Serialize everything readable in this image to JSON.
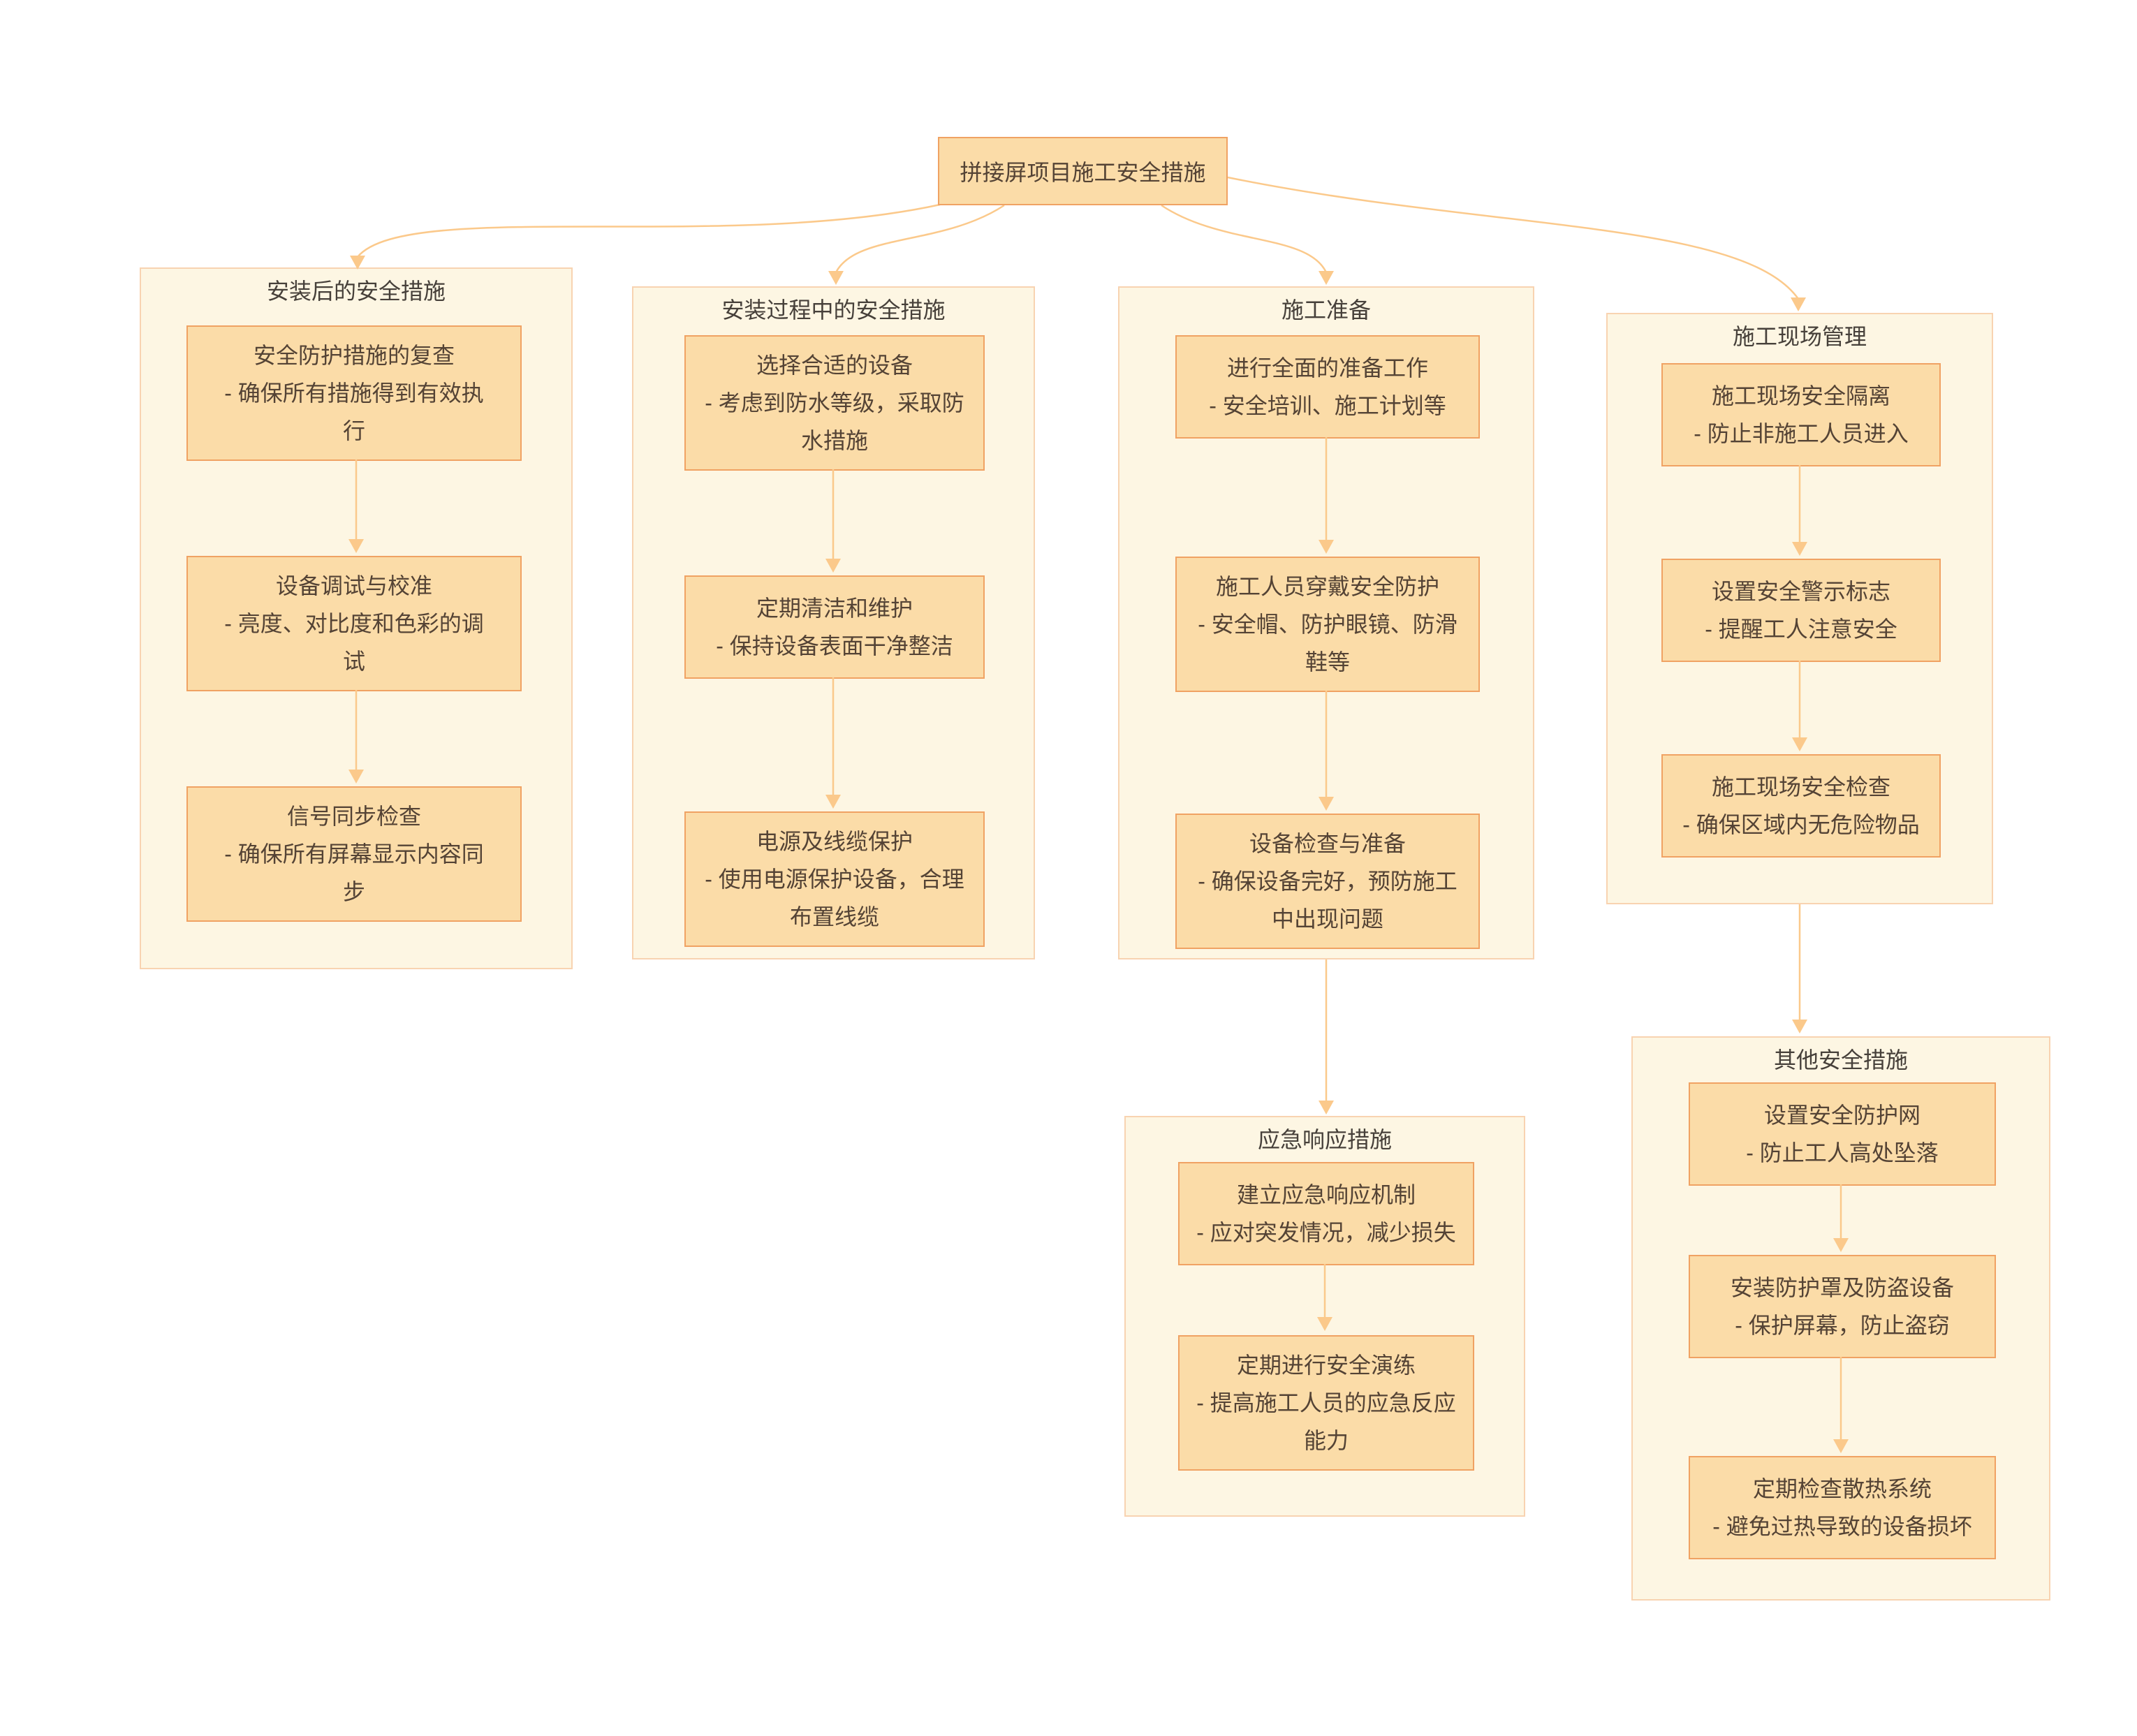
{
  "root": {
    "label": "拼接屏项目施工安全措施"
  },
  "groups": [
    {
      "title": "安装后的安全措施",
      "nodes": [
        {
          "lines": [
            "安全防护措施的复查",
            "- 确保所有措施得到有效执",
            "行"
          ]
        },
        {
          "lines": [
            "设备调试与校准",
            "- 亮度、对比度和色彩的调",
            "试"
          ]
        },
        {
          "lines": [
            "信号同步检查",
            "- 确保所有屏幕显示内容同",
            "步"
          ]
        }
      ]
    },
    {
      "title": "安装过程中的安全措施",
      "nodes": [
        {
          "lines": [
            "选择合适的设备",
            "- 考虑到防水等级，采取防",
            "水措施"
          ]
        },
        {
          "lines": [
            "定期清洁和维护",
            "- 保持设备表面干净整洁"
          ]
        },
        {
          "lines": [
            "电源及线缆保护",
            "- 使用电源保护设备，合理",
            "布置线缆"
          ]
        }
      ]
    },
    {
      "title": "施工准备",
      "nodes": [
        {
          "lines": [
            "进行全面的准备工作",
            "- 安全培训、施工计划等"
          ]
        },
        {
          "lines": [
            "施工人员穿戴安全防护",
            "- 安全帽、防护眼镜、防滑",
            "鞋等"
          ]
        },
        {
          "lines": [
            "设备检查与准备",
            "- 确保设备完好，预防施工",
            "中出现问题"
          ]
        }
      ]
    },
    {
      "title": "施工现场管理",
      "nodes": [
        {
          "lines": [
            "施工现场安全隔离",
            "- 防止非施工人员进入"
          ]
        },
        {
          "lines": [
            "设置安全警示标志",
            "- 提醒工人注意安全"
          ]
        },
        {
          "lines": [
            "施工现场安全检查",
            "- 确保区域内无危险物品"
          ]
        }
      ]
    },
    {
      "title": "应急响应措施",
      "nodes": [
        {
          "lines": [
            "建立应急响应机制",
            "- 应对突发情况，减少损失"
          ]
        },
        {
          "lines": [
            "定期进行安全演练",
            "- 提高施工人员的应急反应",
            "能力"
          ]
        }
      ]
    },
    {
      "title": "其他安全措施",
      "nodes": [
        {
          "lines": [
            "设置安全防护网",
            "- 防止工人高处坠落"
          ]
        },
        {
          "lines": [
            "安装防护罩及防盗设备",
            "- 保护屏幕，防止盗窃"
          ]
        },
        {
          "lines": [
            "定期检查散热系统",
            "- 避免过热导致的设备损坏"
          ]
        }
      ]
    }
  ],
  "colors": {
    "node_fill": "#fbdca8",
    "node_border": "#f0a263",
    "group_fill": "#fdf6e3",
    "group_border": "#f8d3b1",
    "connector": "#fbc98b",
    "text": "#544335",
    "title_text": "#46403a"
  }
}
